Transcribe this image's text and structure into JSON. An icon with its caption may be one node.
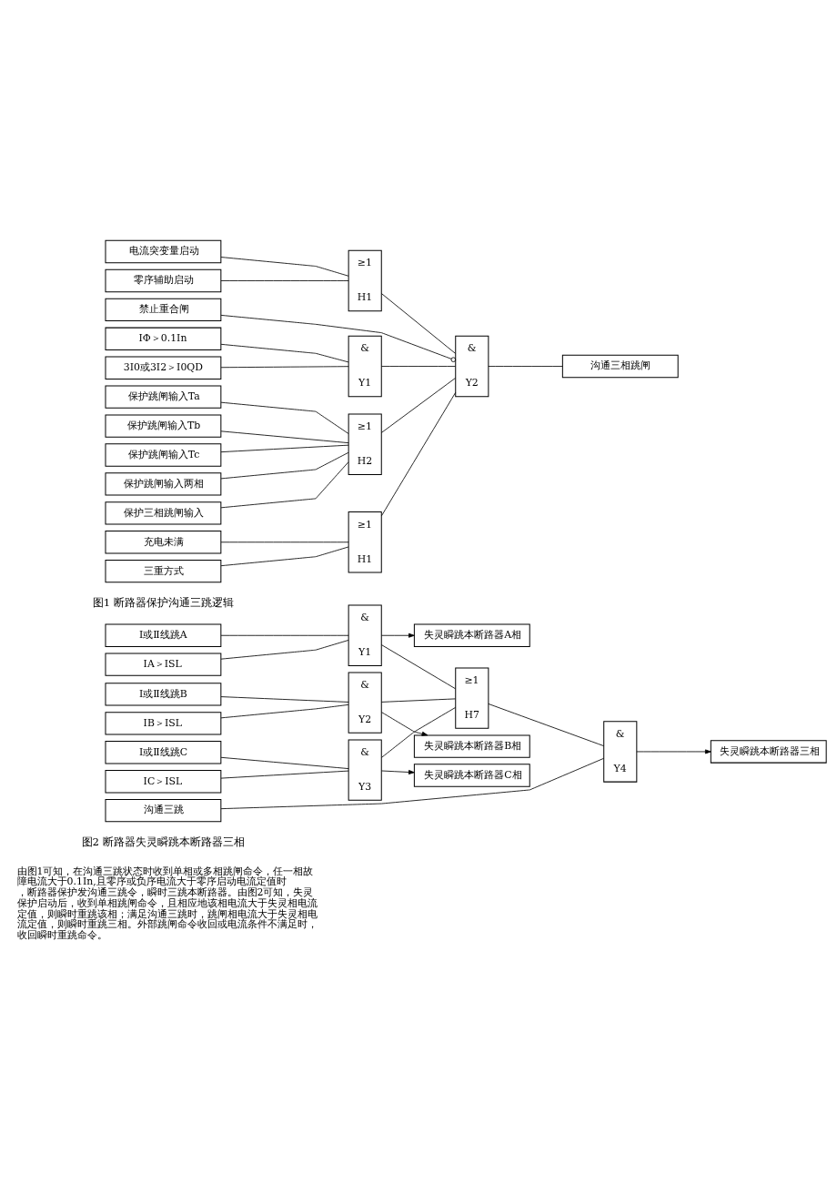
{
  "diagram": {
    "nodes": [
      {
        "text": [
          "电流突变量启动"
        ]
      },
      {
        "text": [
          "零序辅助启动"
        ]
      },
      {
        "text": [
          "禁止重合闸"
        ]
      },
      {
        "text": [
          "IΦ＞0.1In"
        ]
      },
      {
        "text": [
          "3I0或3I2＞I0QD"
        ]
      },
      {
        "text": [
          "保护跳闸输入Ta"
        ]
      },
      {
        "text": [
          "保护跳闸输入Tb"
        ]
      },
      {
        "text": [
          "保护跳闸输入Tc"
        ]
      },
      {
        "text": [
          "保护跳闸输入两相"
        ]
      },
      {
        "text": [
          "保护三相跳闸输入"
        ]
      },
      {
        "text": [
          "充电未满"
        ]
      },
      {
        "text": [
          "三重方式"
        ]
      },
      {
        "text": [
          "≥1",
          "H1"
        ]
      },
      {
        "text": [
          "&",
          "Y1"
        ]
      },
      {
        "text": [
          "≥1",
          "H2"
        ]
      },
      {
        "text": [
          "≥1",
          "H1"
        ]
      },
      {
        "text": [
          "&",
          "Y2"
        ]
      },
      {
        "text": [
          "沟通三相跳闸"
        ]
      },
      {
        "text": [
          "Ⅰ或Ⅱ线跳A"
        ]
      },
      {
        "text": [
          "IA＞ISL"
        ]
      },
      {
        "text": [
          "Ⅰ或Ⅱ线跳B"
        ]
      },
      {
        "text": [
          "IB＞ISL"
        ]
      },
      {
        "text": [
          "Ⅰ或Ⅱ线跳C"
        ]
      },
      {
        "text": [
          "IC＞ISL"
        ]
      },
      {
        "text": [
          "沟通三跳"
        ]
      },
      {
        "text": [
          "&",
          "Y1"
        ]
      },
      {
        "text": [
          "&",
          "Y2"
        ]
      },
      {
        "text": [
          "&",
          "Y3"
        ]
      },
      {
        "text": [
          "≥1",
          "H7"
        ]
      },
      {
        "text": [
          "&",
          "Y4"
        ]
      },
      {
        "text": [
          "失灵瞬跳本断路器A相"
        ]
      },
      {
        "text": [
          "失灵瞬跳本断路器B相"
        ]
      },
      {
        "text": [
          "失灵瞬跳本断路器C相"
        ]
      },
      {
        "text": [
          "失灵瞬跳本断路器三相"
        ]
      }
    ],
    "edges": [
      {
        "from": 0,
        "to": 12,
        "arrow": "none"
      },
      {
        "from": 1,
        "to": 12,
        "arrow": "none"
      },
      {
        "from": 12,
        "to": 16,
        "arrow": "none"
      },
      {
        "from": 2,
        "to": 16,
        "arrow": "other"
      },
      {
        "from": 3,
        "to": 13,
        "arrow": "none"
      },
      {
        "from": 4,
        "to": 13,
        "arrow": "none"
      },
      {
        "from": 13,
        "to": 16,
        "arrow": "none"
      },
      {
        "from": 5,
        "to": 14,
        "arrow": "none"
      },
      {
        "from": 6,
        "to": 14,
        "arrow": "none"
      },
      {
        "from": 7,
        "to": 14,
        "arrow": "none"
      },
      {
        "from": 8,
        "to": 14,
        "arrow": "none"
      },
      {
        "from": 9,
        "to": 14,
        "arrow": "none"
      },
      {
        "from": 14,
        "to": 16,
        "arrow": "none"
      },
      {
        "from": 10,
        "to": 15,
        "arrow": "none"
      },
      {
        "from": 11,
        "to": 15,
        "arrow": "none"
      },
      {
        "from": 15,
        "to": 16,
        "arrow": "none"
      },
      {
        "from": 16,
        "to": 17,
        "arrow": "none"
      },
      {
        "from": 18,
        "to": 25,
        "arrow": "none"
      },
      {
        "from": 19,
        "to": 25,
        "arrow": "none"
      },
      {
        "from": 20,
        "to": 26,
        "arrow": "none"
      },
      {
        "from": 21,
        "to": 26,
        "arrow": "none"
      },
      {
        "from": 22,
        "to": 27,
        "arrow": "none"
      },
      {
        "from": 23,
        "to": 27,
        "arrow": "none"
      },
      {
        "from": 25,
        "to": 30,
        "arrow": "to"
      },
      {
        "from": 26,
        "to": 31,
        "arrow": "to"
      },
      {
        "from": 27,
        "to": 32,
        "arrow": "to"
      },
      {
        "from": 27,
        "to": 28,
        "arrow": "none"
      },
      {
        "from": 26,
        "to": 28,
        "arrow": "none"
      },
      {
        "from": 25,
        "to": 28,
        "arrow": "none"
      },
      {
        "from": 28,
        "to": 29,
        "arrow": "none"
      },
      {
        "from": 24,
        "to": 29,
        "arrow": "none"
      },
      {
        "from": 29,
        "to": 33,
        "arrow": "to"
      }
    ],
    "labels": [
      "图1 断路器保护沟通三跳逻辑",
      "图2 断路器失灵瞬跳本断路器三相",
      "由图1可知，在沟通三跳状态时收到单相或多相跳闸命令，任一相故障电流大于0.1In,且零序或负序电流大于零序启动电流定值时，断路器保护发沟通三跳令，瞬时三跳本断路器。由图2可知，失灵保护启动后，收到单相跳闸命令，且相应地该相电流大于失灵相电流定值，则瞬时重跳该相；满足沟通三跳时，跳闸相电流大于失灵相电流定值，则瞬时重跳三相。外部跳闸命令收回或电流条件不满足时，收回瞬时重跳命令。"
    ]
  }
}
